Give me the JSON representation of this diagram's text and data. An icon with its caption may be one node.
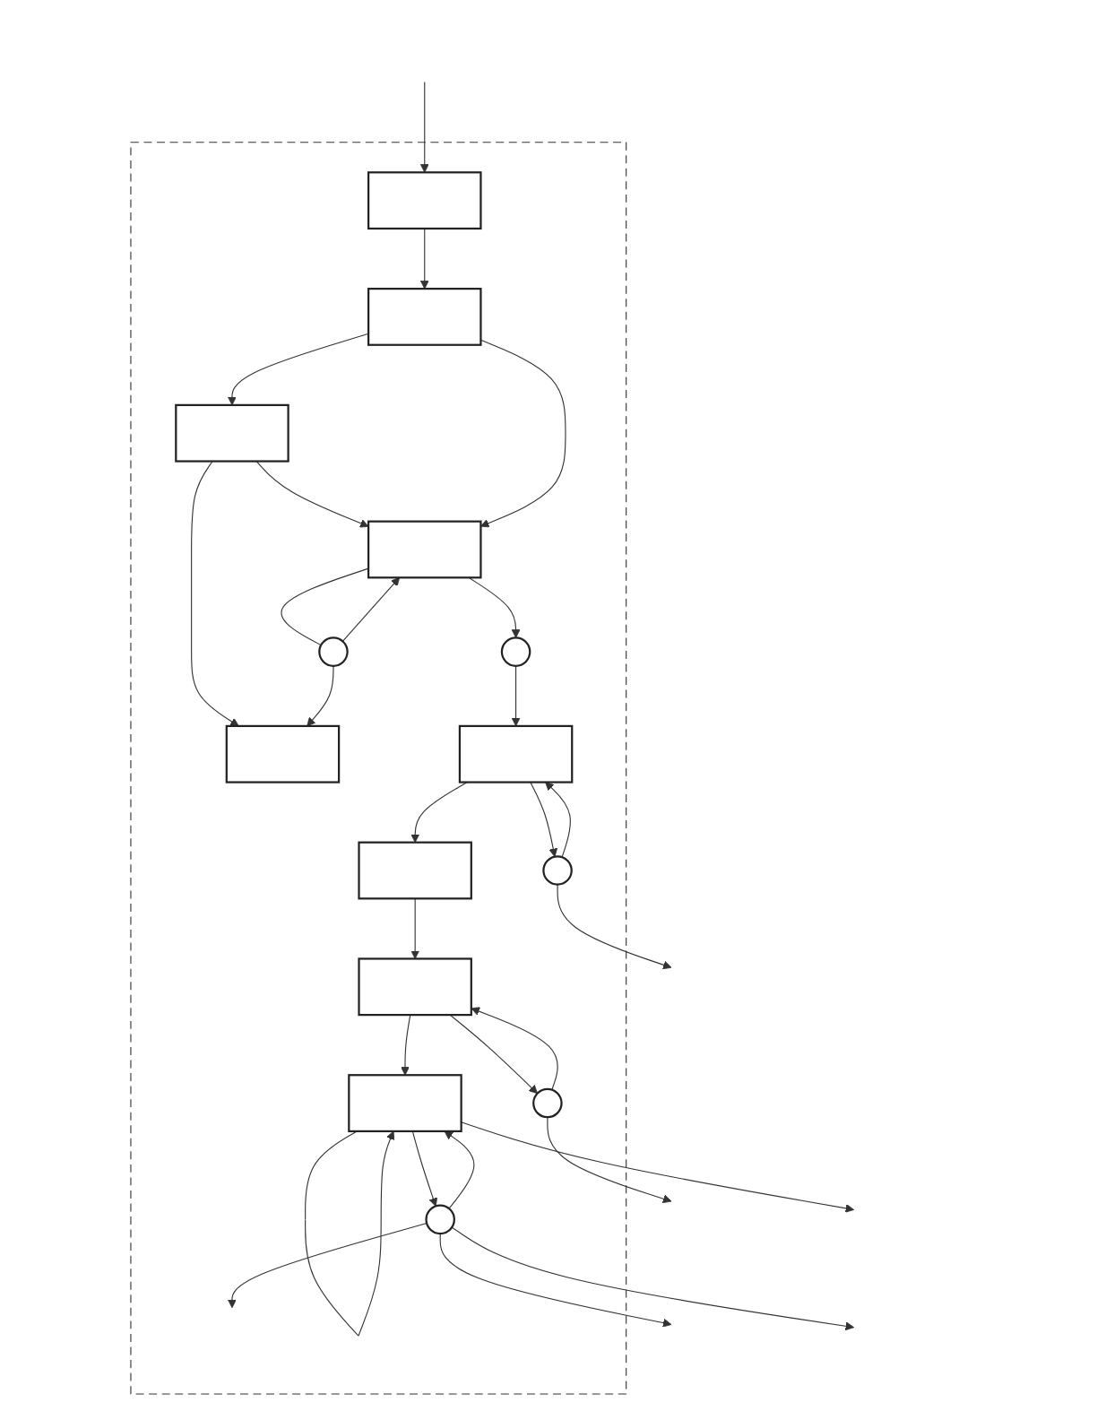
{
  "diagram": {
    "nodes": [
      {
        "text": [],
        "shape": "box"
      },
      {
        "text": [],
        "shape": "box",
        "in": 0
      },
      {
        "text": [],
        "shape": "box",
        "in": 0
      },
      {
        "text": [],
        "shape": "box",
        "in": 0
      },
      {
        "text": [],
        "shape": "box",
        "in": 0
      },
      {
        "text": [],
        "shape": "circle",
        "in": 0
      },
      {
        "text": [],
        "shape": "box",
        "in": 0
      },
      {
        "text": [],
        "shape": "circle",
        "in": 0
      },
      {
        "text": [],
        "shape": "box",
        "in": 0
      },
      {
        "text": [],
        "shape": "box",
        "in": 0
      },
      {
        "text": [],
        "shape": "circle",
        "in": 0
      },
      {
        "text": [],
        "shape": "box",
        "in": 0
      },
      {
        "text": [],
        "shape": "box",
        "in": 0
      },
      {
        "text": [],
        "shape": "circle",
        "in": 0
      },
      {
        "text": [],
        "shape": "circle",
        "in": 0
      }
    ],
    "edges": [
      {
        "from": null,
        "to": 1,
        "arrow": "to"
      },
      {
        "from": 1,
        "to": 2,
        "arrow": "to"
      },
      {
        "from": 2,
        "to": 3,
        "arrow": "to"
      },
      {
        "from": 3,
        "to": 4,
        "arrow": "to"
      },
      {
        "from": 2,
        "to": 4,
        "arrow": "to"
      },
      {
        "from": 3,
        "to": 6,
        "arrow": "to"
      },
      {
        "from": 4,
        "to": 7,
        "arrow": "to"
      },
      {
        "from": 4,
        "to": 5,
        "arrow": "none"
      },
      {
        "from": 5,
        "to": 4,
        "arrow": "to"
      },
      {
        "from": 5,
        "to": 6,
        "arrow": "to"
      },
      {
        "from": 7,
        "to": 8,
        "arrow": "to"
      },
      {
        "from": 8,
        "to": 9,
        "arrow": "to"
      },
      {
        "from": 8,
        "to": 10,
        "arrow": "to"
      },
      {
        "from": 10,
        "to": 8,
        "arrow": "to"
      },
      {
        "from": 10,
        "to": null,
        "arrow": "to"
      },
      {
        "from": 9,
        "to": 11,
        "arrow": "to"
      },
      {
        "from": 11,
        "to": 12,
        "arrow": "to"
      },
      {
        "from": 11,
        "to": 13,
        "arrow": "to"
      },
      {
        "from": 13,
        "to": 11,
        "arrow": "to"
      },
      {
        "from": 13,
        "to": null,
        "arrow": "to"
      },
      {
        "from": 12,
        "to": null,
        "arrow": "to"
      },
      {
        "from": 12,
        "to": 14,
        "arrow": "to"
      },
      {
        "from": 12,
        "to": 12,
        "arrow": "to"
      },
      {
        "from": 14,
        "to": 12,
        "arrow": "to"
      },
      {
        "from": 14,
        "to": null,
        "arrow": "to"
      },
      {
        "from": 14,
        "to": null,
        "arrow": "to"
      },
      {
        "from": 14,
        "to": null,
        "arrow": "to"
      }
    ]
  }
}
